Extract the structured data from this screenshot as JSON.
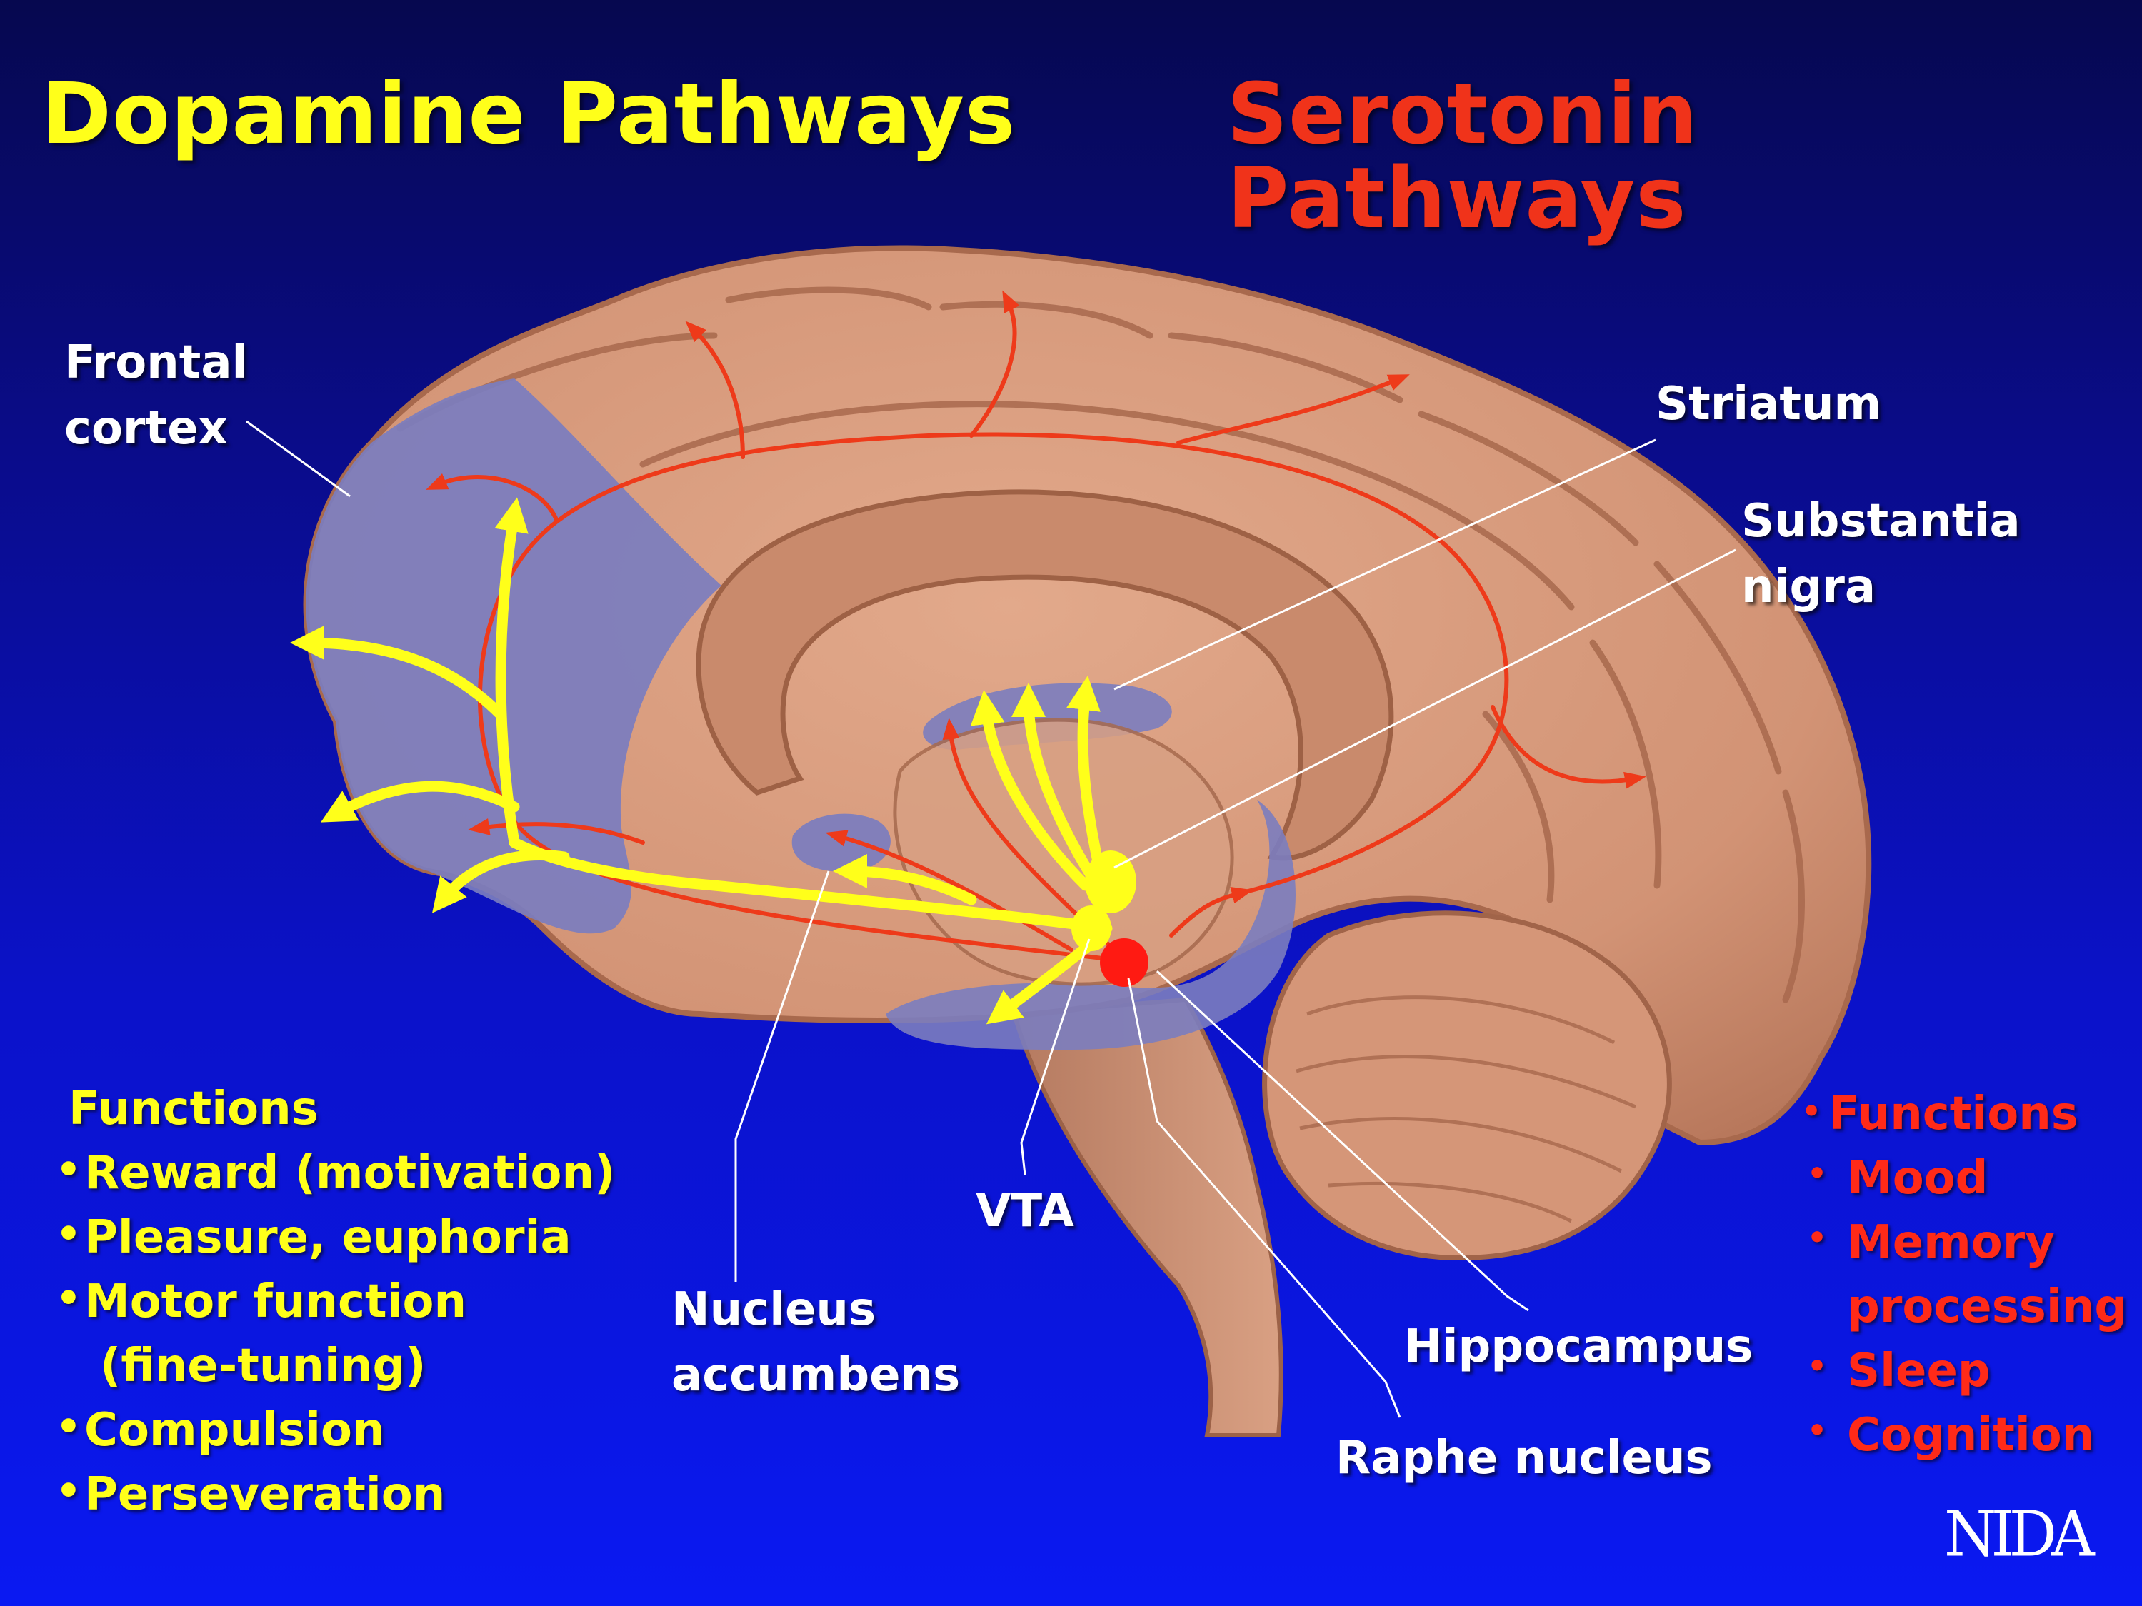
{
  "titles": {
    "dopamine": "Dopamine Pathways",
    "serotonin": "Serotonin Pathways"
  },
  "labels": {
    "frontal_cortex": [
      "Frontal",
      "cortex"
    ],
    "striatum": "Striatum",
    "substantia_nigra": [
      "Substantia",
      "nigra"
    ],
    "vta": "VTA",
    "nucleus_accumbens": [
      "Nucleus",
      "accumbens"
    ],
    "hippocampus": "Hippocampus",
    "raphe_nucleus": "Raphe nucleus"
  },
  "dopamine_functions": {
    "heading": "Functions",
    "items": [
      {
        "text": "Reward (motivation)"
      },
      {
        "text": "Pleasure, euphoria"
      },
      {
        "text": "Motor function",
        "continuation": "(fine-tuning)"
      },
      {
        "text": "Compulsion"
      },
      {
        "text": "Perseveration"
      }
    ]
  },
  "serotonin_functions": {
    "heading": "Functions",
    "items": [
      {
        "text": "Mood"
      },
      {
        "text": "Memory",
        "continuation": "processing"
      },
      {
        "text": "Sleep"
      },
      {
        "text": "Cognition"
      }
    ]
  },
  "logo": "NIDA",
  "colors": {
    "background_top": "#06084f",
    "background_bottom": "#0a19f2",
    "dopamine": "#ffff1a",
    "serotonin": "#f0331a",
    "brain": "#d79a7c",
    "highlight_region": "#7b7dbf",
    "label_text": "#ffffff"
  }
}
